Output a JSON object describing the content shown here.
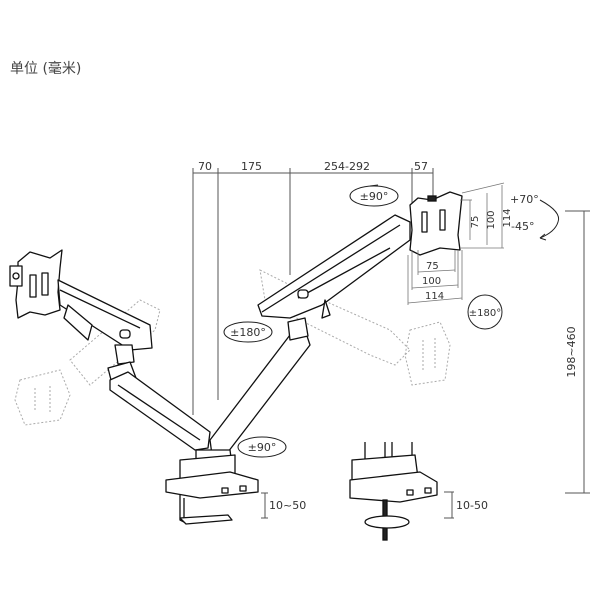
{
  "unit_label": "单位 (毫米)",
  "top_dimensions": [
    "70",
    "175",
    "254-292",
    "57"
  ],
  "vesa": {
    "vertical": [
      "75",
      "100",
      "114"
    ],
    "horizontal": [
      "75",
      "100",
      "114"
    ]
  },
  "tilt": {
    "up": "+70°",
    "down": "-45°"
  },
  "rotation_labels": {
    "head_swivel": "±90°",
    "arm_joint": "±180°",
    "base_swivel": "±90°",
    "screen_rotation": "±180°"
  },
  "height_range": "198~460",
  "clamp_range_left": "10~50",
  "clamp_range_right": "10-50"
}
